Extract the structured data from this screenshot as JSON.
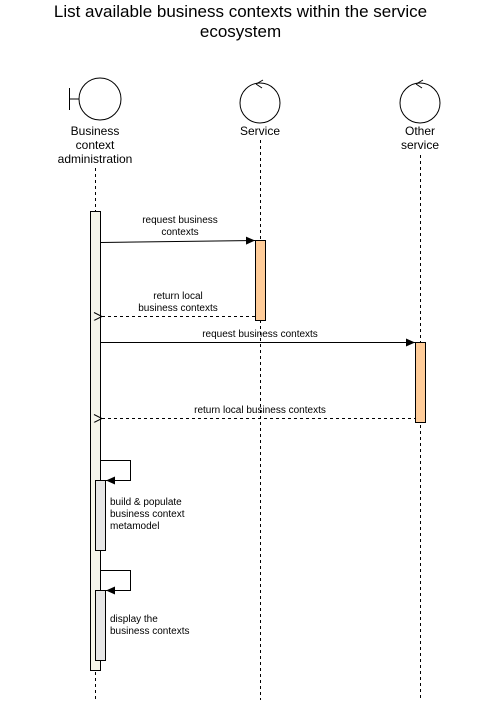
{
  "title": {
    "line1": "List available business contexts within the service",
    "line2": "ecosystem"
  },
  "actors": [
    {
      "kind": "boundary",
      "label_lines": [
        "Business",
        "context",
        "administration"
      ]
    },
    {
      "kind": "control",
      "label_lines": [
        "Service"
      ]
    },
    {
      "kind": "control",
      "label_lines": [
        "Other",
        "service"
      ]
    }
  ],
  "messages": [
    {
      "lines": [
        "request business",
        "contexts"
      ],
      "style": "solid"
    },
    {
      "lines": [
        "return local",
        "business contexts"
      ],
      "style": "dashed"
    },
    {
      "lines": [
        "request business contexts"
      ],
      "style": "solid"
    },
    {
      "lines": [
        "return local business contexts"
      ],
      "style": "dashed"
    }
  ],
  "self_calls": [
    {
      "lines": [
        "build & populate",
        "business context",
        "metamodel"
      ]
    },
    {
      "lines": [
        "display the",
        "business contexts"
      ]
    }
  ],
  "colors": {
    "activation_primary": "#f5f5ea",
    "activation_service": "#ffcc99",
    "activation_self": "#e6e6e6",
    "stroke": "#000000"
  }
}
